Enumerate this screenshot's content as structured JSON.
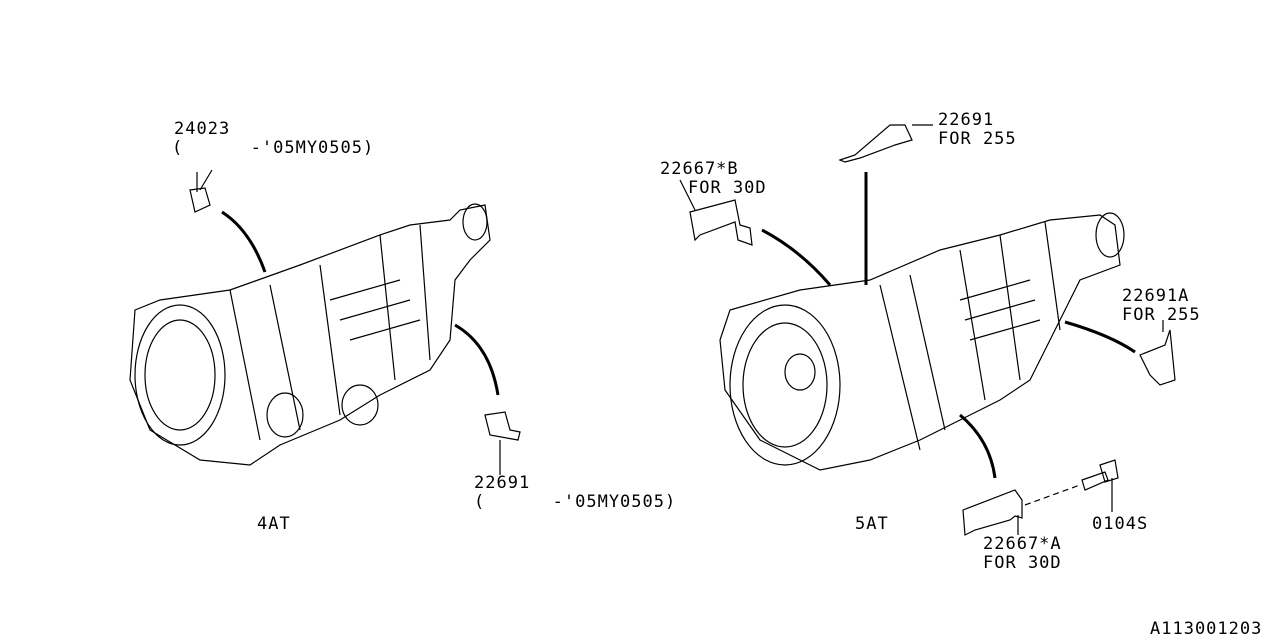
{
  "left_assembly": {
    "title": "4AT",
    "parts": [
      {
        "number": "24023",
        "note": "(      -'05MY0505)"
      },
      {
        "number": "22691",
        "note": "(      -'05MY0505)"
      }
    ]
  },
  "right_assembly": {
    "title": "5AT",
    "parts": [
      {
        "number": "22667*B",
        "note": "FOR 30D"
      },
      {
        "number": "22691",
        "note": "FOR 255"
      },
      {
        "number": "22691A",
        "note": "FOR 255"
      },
      {
        "number": "22667*A",
        "note": "FOR 30D"
      },
      {
        "number": "0104S",
        "note": ""
      }
    ]
  },
  "diagram_id": "A113001203"
}
